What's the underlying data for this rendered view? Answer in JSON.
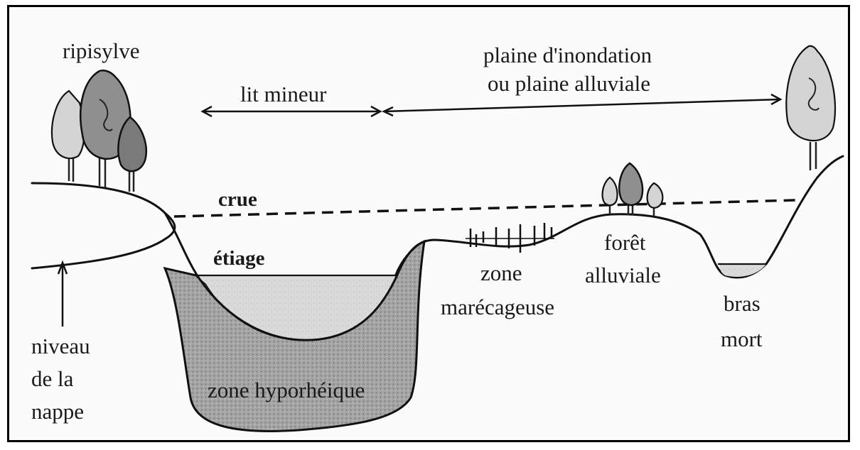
{
  "labels": {
    "ripisylve": "ripisylve",
    "lit_mineur": "lit mineur",
    "plaine_line1": "plaine d'inondation",
    "plaine_line2": "ou plaine alluviale",
    "crue": "crue",
    "etiage": "étiage",
    "zone_marecageuse_line1": "zone",
    "zone_marecageuse_line2": "marécageuse",
    "foret_line1": "forêt",
    "foret_line2": "alluviale",
    "bras_line1": "bras",
    "bras_line2": "mort",
    "nappe_line1": "niveau",
    "nappe_line2": "de la",
    "nappe_line3": "nappe",
    "zone_hyporheique": "zone hyporhéique"
  },
  "colors": {
    "hyporheic_fill": "#9a9a9a",
    "water_fill": "#d6d6d6",
    "tree_fill": "#8f8f8f"
  }
}
